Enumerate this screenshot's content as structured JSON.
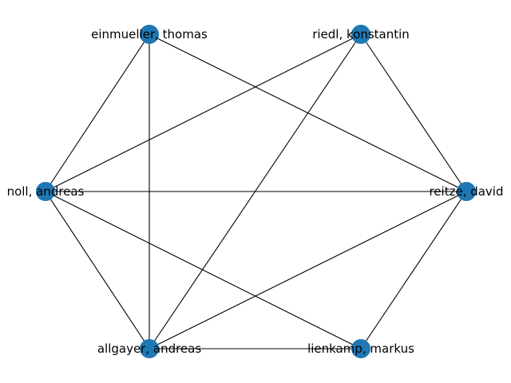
{
  "graph": {
    "node_color": "#1f77b4",
    "nodes": [
      {
        "id": "einmueller",
        "label": "einmueller, thomas"
      },
      {
        "id": "riedl",
        "label": "riedl, konstantin"
      },
      {
        "id": "noll",
        "label": "noll, andreas"
      },
      {
        "id": "reitze",
        "label": "reitze, david"
      },
      {
        "id": "allgayer",
        "label": "allgayer, andreas"
      },
      {
        "id": "lienkamp",
        "label": "lienkamp, markus"
      }
    ],
    "edges": [
      [
        "einmueller",
        "noll"
      ],
      [
        "einmueller",
        "allgayer"
      ],
      [
        "einmueller",
        "reitze"
      ],
      [
        "riedl",
        "noll"
      ],
      [
        "riedl",
        "allgayer"
      ],
      [
        "riedl",
        "reitze"
      ],
      [
        "noll",
        "reitze"
      ],
      [
        "noll",
        "allgayer"
      ],
      [
        "noll",
        "lienkamp"
      ],
      [
        "reitze",
        "allgayer"
      ],
      [
        "reitze",
        "lienkamp"
      ],
      [
        "allgayer",
        "lienkamp"
      ]
    ]
  }
}
